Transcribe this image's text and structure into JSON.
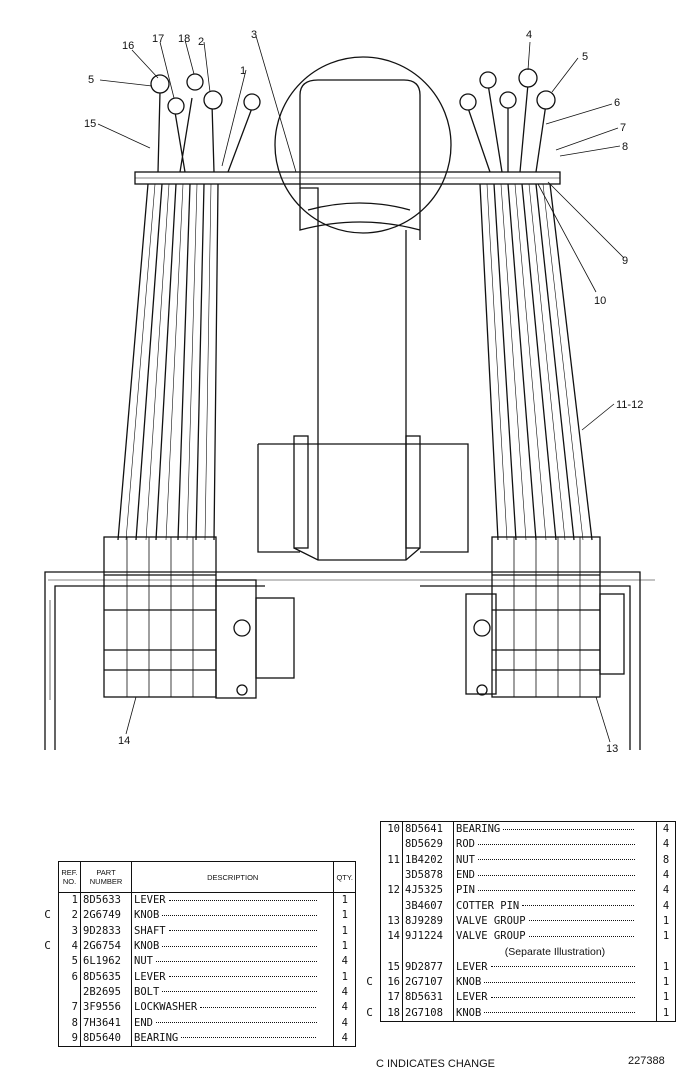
{
  "callouts": [
    "16",
    "17",
    "18",
    "2",
    "3",
    "1",
    "5",
    "15",
    "4",
    "5",
    "6",
    "7",
    "8",
    "9",
    "10",
    "11-12",
    "14",
    "13"
  ],
  "left_table": {
    "headers": {
      "ref": "REF. NO.",
      "part": "PART NUMBER",
      "desc": "DESCRIPTION",
      "qty": "QTY."
    },
    "rows": [
      {
        "c": "",
        "ref": "1",
        "part": "8D5633",
        "desc": "LEVER",
        "qty": "1"
      },
      {
        "c": "C",
        "ref": "2",
        "part": "2G6749",
        "desc": "KNOB",
        "qty": "1"
      },
      {
        "c": "",
        "ref": "3",
        "part": "9D2833",
        "desc": "SHAFT",
        "qty": "1"
      },
      {
        "c": "C",
        "ref": "4",
        "part": "2G6754",
        "desc": "KNOB",
        "qty": "1"
      },
      {
        "c": "",
        "ref": "5",
        "part": "6L1962",
        "desc": "NUT",
        "qty": "4"
      },
      {
        "c": "",
        "ref": "6",
        "part": "8D5635",
        "desc": "LEVER",
        "qty": "1"
      },
      {
        "c": "",
        "ref": "",
        "part": "2B2695",
        "desc": "BOLT",
        "qty": "4"
      },
      {
        "c": "",
        "ref": "7",
        "part": "3F9556",
        "desc": "LOCKWASHER",
        "qty": "4"
      },
      {
        "c": "",
        "ref": "8",
        "part": "7H3641",
        "desc": "END",
        "qty": "4"
      },
      {
        "c": "",
        "ref": "9",
        "part": "8D5640",
        "desc": "BEARING",
        "qty": "4"
      }
    ]
  },
  "right_table": {
    "rows": [
      {
        "c": "",
        "ref": "10",
        "part": "8D5641",
        "desc": "BEARING",
        "qty": "4"
      },
      {
        "c": "",
        "ref": "",
        "part": "8D5629",
        "desc": "ROD",
        "qty": "4"
      },
      {
        "c": "",
        "ref": "11",
        "part": "1B4202",
        "desc": "NUT",
        "qty": "8"
      },
      {
        "c": "",
        "ref": "",
        "part": "3D5878",
        "desc": "END",
        "qty": "4"
      },
      {
        "c": "",
        "ref": "12",
        "part": "4J5325",
        "desc": "PIN",
        "qty": "4"
      },
      {
        "c": "",
        "ref": "",
        "part": "3B4607",
        "desc": "COTTER PIN",
        "qty": "4"
      },
      {
        "c": "",
        "ref": "13",
        "part": "8J9289",
        "desc": "VALVE GROUP",
        "qty": "1"
      },
      {
        "c": "",
        "ref": "14",
        "part": "9J1224",
        "desc": "VALVE GROUP",
        "qty": "1"
      },
      {
        "c": "",
        "ref": "",
        "part": "",
        "desc": "(Separate Illustration)",
        "qty": ""
      },
      {
        "c": "",
        "ref": "15",
        "part": "9D2877",
        "desc": "LEVER",
        "qty": "1"
      },
      {
        "c": "C",
        "ref": "16",
        "part": "2G7107",
        "desc": "KNOB",
        "qty": "1"
      },
      {
        "c": "",
        "ref": "17",
        "part": "8D5631",
        "desc": "LEVER",
        "qty": "1"
      },
      {
        "c": "C",
        "ref": "18",
        "part": "2G7108",
        "desc": "KNOB",
        "qty": "1"
      }
    ]
  },
  "footer": {
    "change_note": "C INDICATES CHANGE",
    "illustration_no": "227388"
  }
}
